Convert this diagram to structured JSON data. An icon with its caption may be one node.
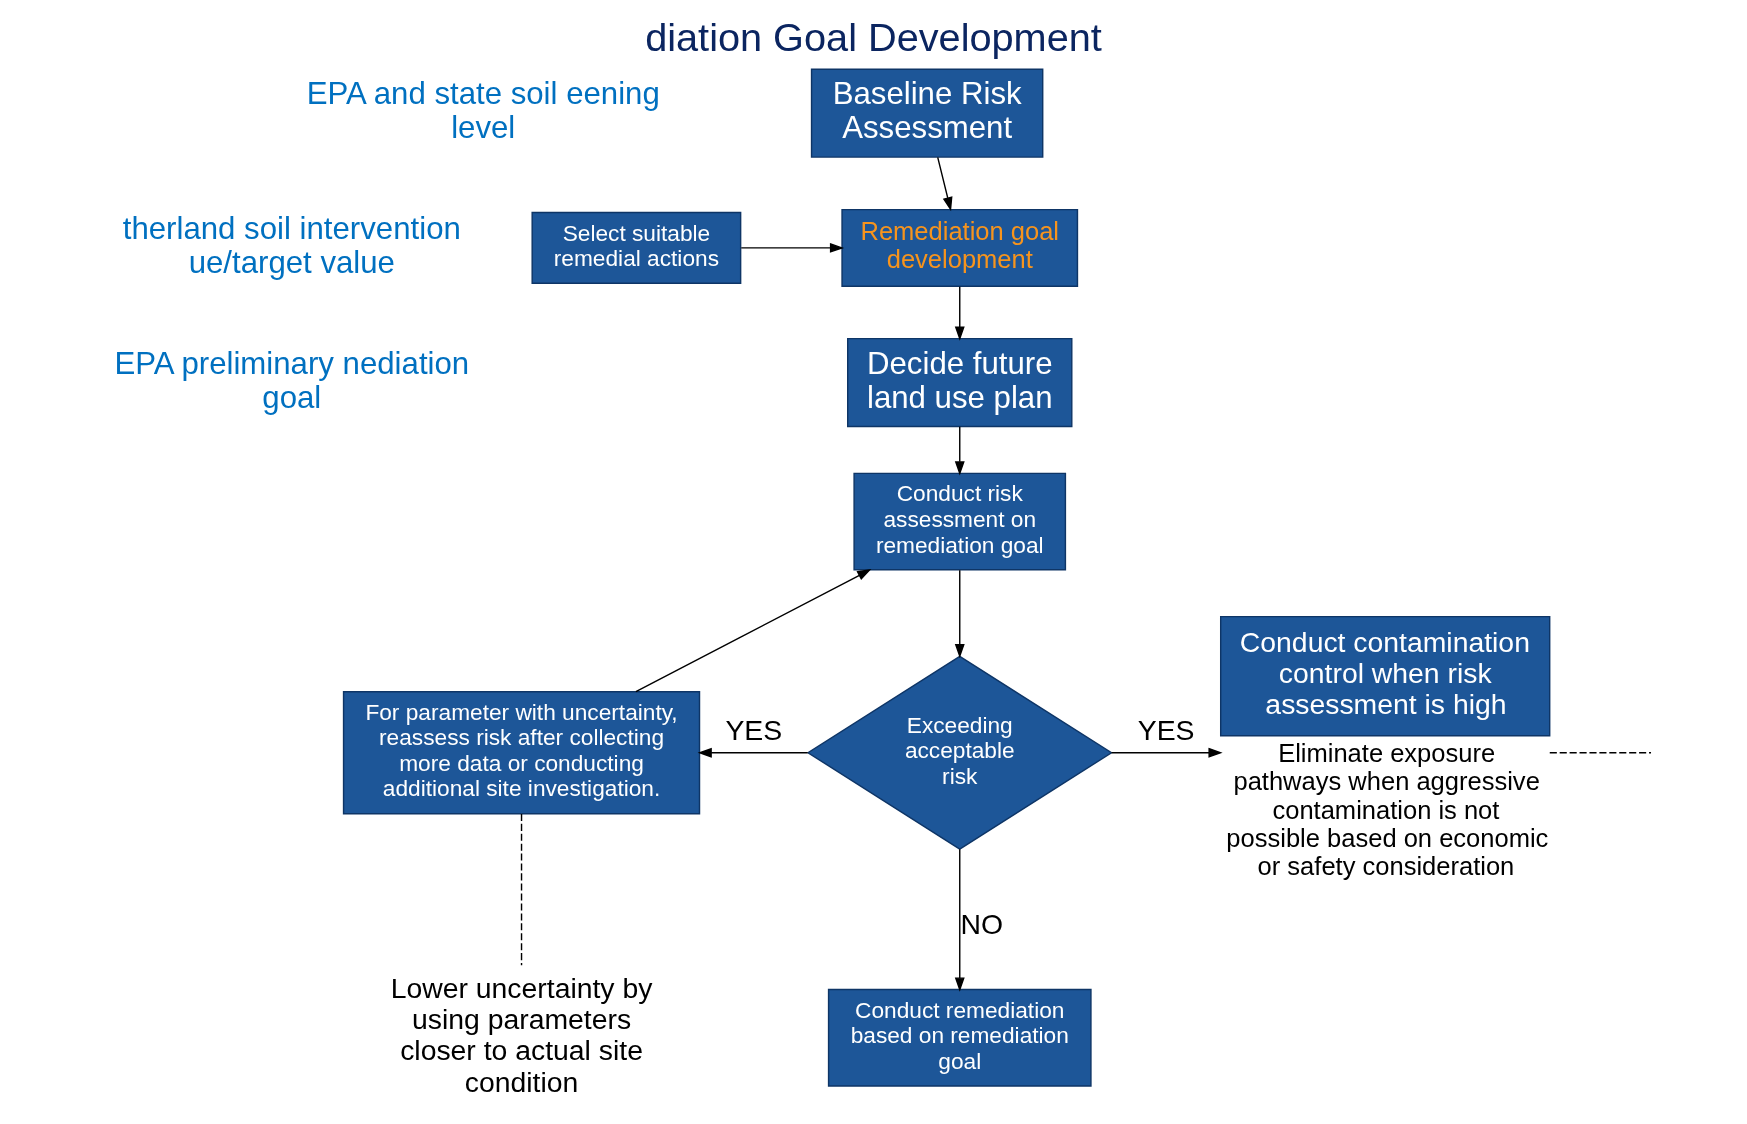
{
  "diagram": {
    "title": "diation Goal Development",
    "nodes": [
      {
        "text": [
          "Baseline Risk Assessment"
        ]
      },
      {
        "text": [
          "Remediation goal development"
        ]
      },
      {
        "text": [
          "Select suitable remedial actions"
        ]
      },
      {
        "text": [
          "Decide future land use plan"
        ]
      },
      {
        "text": [
          "Conduct risk assessment on remediation goal"
        ]
      },
      {
        "text": [
          "Exceeding acceptable risk"
        ]
      },
      {
        "text": [
          "For parameter with uncertainty, reassess risk after collecting more data or conducting additional site investigation."
        ]
      },
      {
        "text": [
          "Conduct contamination control when risk assessment is high"
        ],
        "beside": [
          "Eliminate exposure pathways when aggressive contamination is not possible based on economic or safety consideration"
        ]
      },
      {
        "text": [
          "Conduct remediation based on remediation goal"
        ]
      },
      {
        "text": [
          "Lower uncertainty by using parameters closer to actual site condition"
        ]
      }
    ],
    "edges": [
      {
        "from": 0,
        "to": 1,
        "arrow": "to"
      },
      {
        "from": 2,
        "to": 1,
        "arrow": "to"
      },
      {
        "from": 1,
        "to": 3,
        "arrow": "to"
      },
      {
        "from": 3,
        "to": 4,
        "arrow": "to"
      },
      {
        "from": 4,
        "to": 5,
        "arrow": "to"
      },
      {
        "from": 5,
        "to": 6,
        "label": "YES",
        "arrow": "to"
      },
      {
        "from": 5,
        "to": 7,
        "label": "YES",
        "arrow": "to"
      },
      {
        "from": 5,
        "to": 8,
        "label": "NO",
        "arrow": "to"
      },
      {
        "from": 6,
        "to": 4,
        "arrow": "to"
      },
      {
        "from": 6,
        "to": 9,
        "arrow": "none",
        "style": "dashed"
      },
      {
        "from": 7,
        "to": null,
        "arrow": "none",
        "style": "dashed"
      }
    ],
    "labels": [
      "EPA and state soil eening level",
      "therland soil intervention ue/target value",
      "EPA preliminary nediation goal"
    ]
  }
}
